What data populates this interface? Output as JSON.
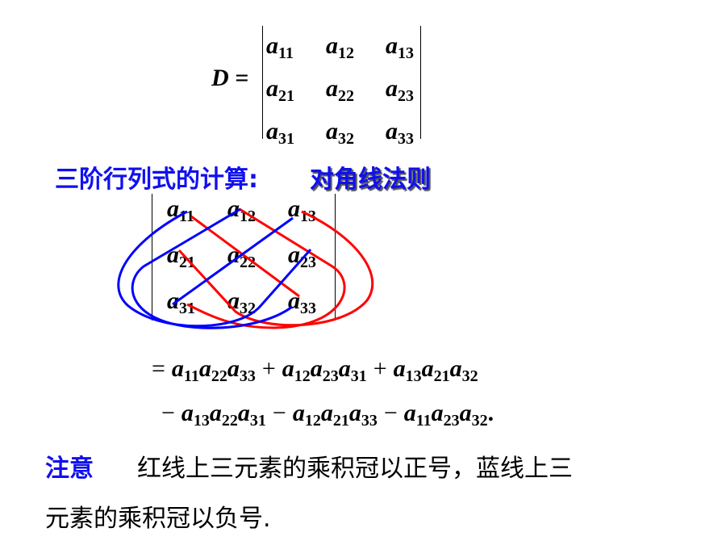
{
  "symbol": "a",
  "det": {
    "lhs": "D =",
    "rows": [
      [
        "11",
        "12",
        "13"
      ],
      [
        "21",
        "22",
        "23"
      ],
      [
        "31",
        "32",
        "33"
      ]
    ]
  },
  "heading": {
    "label": "三阶行列式的计算:",
    "rule": "对角线法则"
  },
  "diagram": {
    "rows": [
      [
        "11",
        "12",
        "13"
      ],
      [
        "21",
        "22",
        "23"
      ],
      [
        "31",
        "32",
        "33"
      ]
    ],
    "colors": {
      "red": "#ff0000",
      "blue": "#0000ff"
    }
  },
  "formula": {
    "line1": {
      "eq": "=",
      "terms": [
        [
          "11",
          "22",
          "33"
        ],
        [
          "12",
          "23",
          "31"
        ],
        [
          "13",
          "21",
          "32"
        ]
      ],
      "op": "+"
    },
    "line2": {
      "op": "−",
      "terms": [
        [
          "13",
          "22",
          "31"
        ],
        [
          "12",
          "21",
          "33"
        ],
        [
          "11",
          "23",
          "32"
        ]
      ],
      "end": "."
    }
  },
  "note": {
    "label": "注意",
    "line1": "红线上三元素的乘积冠以正号，蓝线上三",
    "line2": "元素的乘积冠以负号."
  }
}
